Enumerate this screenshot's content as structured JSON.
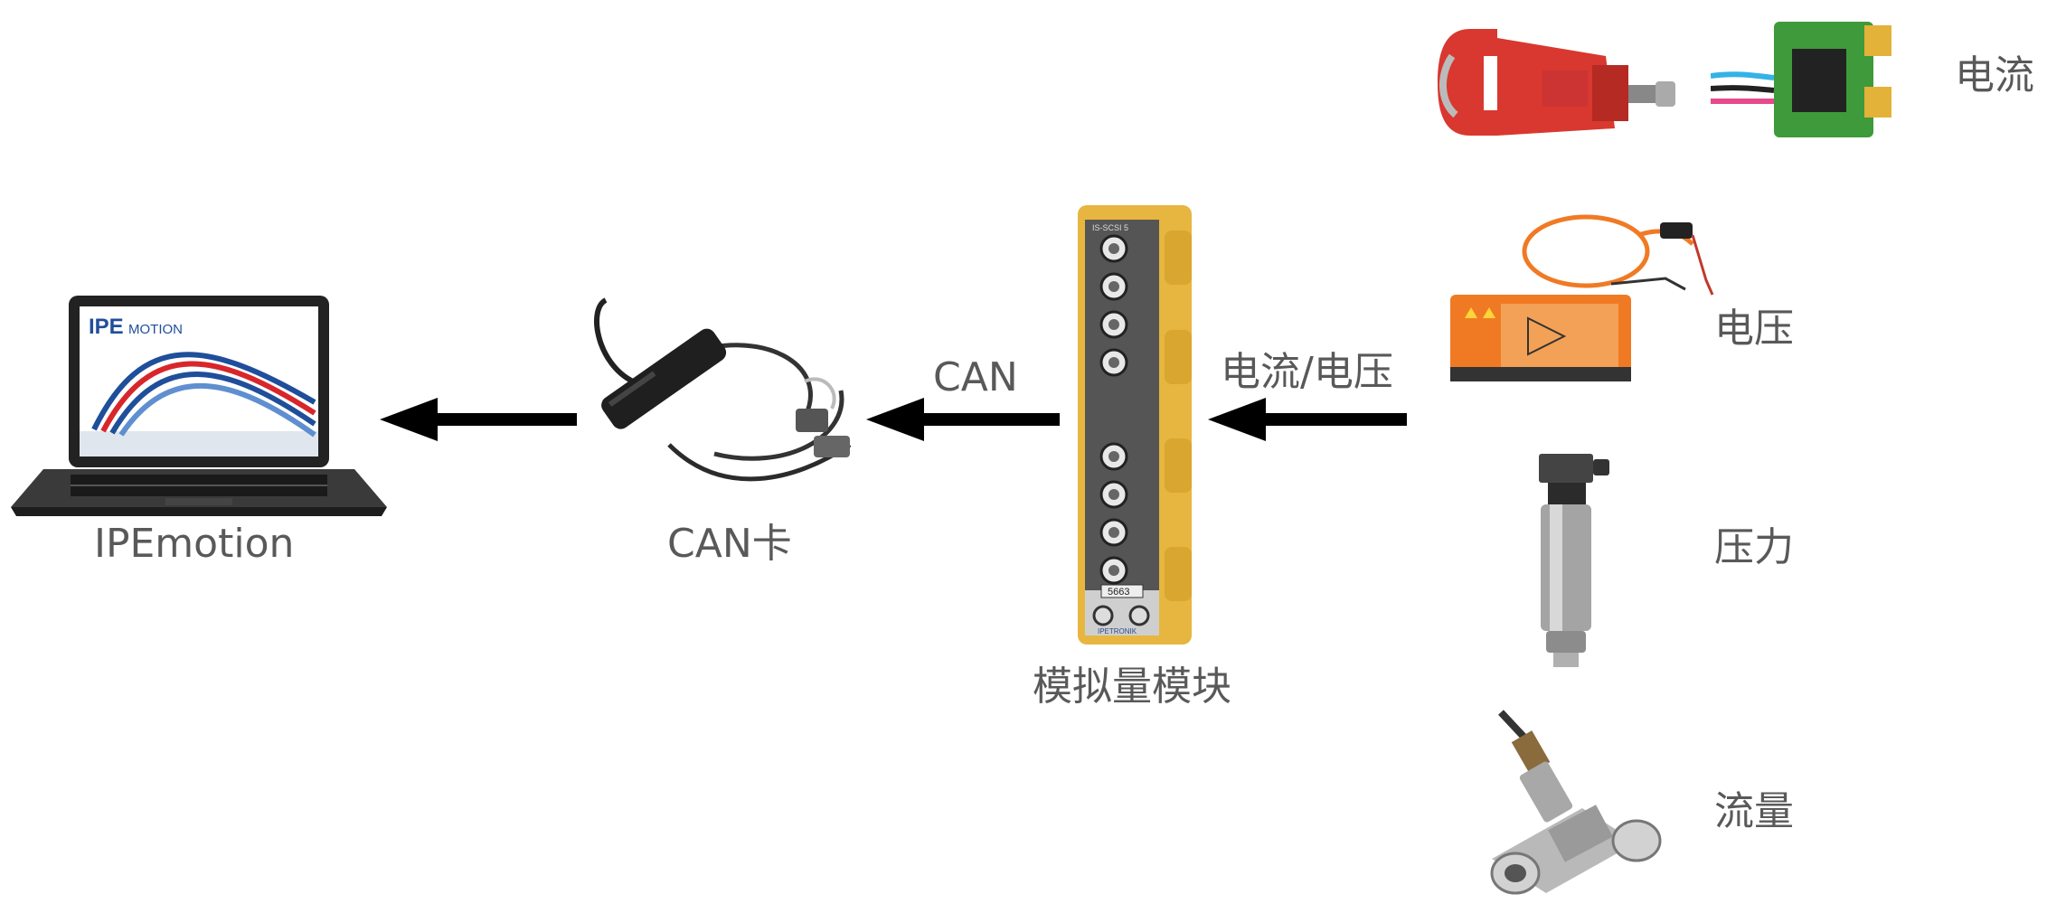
{
  "labels": {
    "ipemotion": "IPEmotion",
    "can_card": "CAN卡",
    "can": "CAN",
    "module": "模拟量模块",
    "current_voltage": "电流/电压",
    "current": "电流",
    "voltage": "电压",
    "pressure": "压力",
    "flow": "流量"
  },
  "laptop_screen": {
    "logo_ipe": "IPE",
    "logo_motion": "MOTION"
  },
  "module": {
    "top_text": "IS-SCSI 5",
    "model": "5663",
    "brand": "IPETRONIK"
  },
  "colors": {
    "label": "#595959",
    "arrow": "#000000",
    "module_body": "#E7B640",
    "module_panel": "#555555",
    "clamp_red": "#D8382F",
    "orange_box": "#F07A24",
    "pcb_green": "#3E9A3A"
  }
}
